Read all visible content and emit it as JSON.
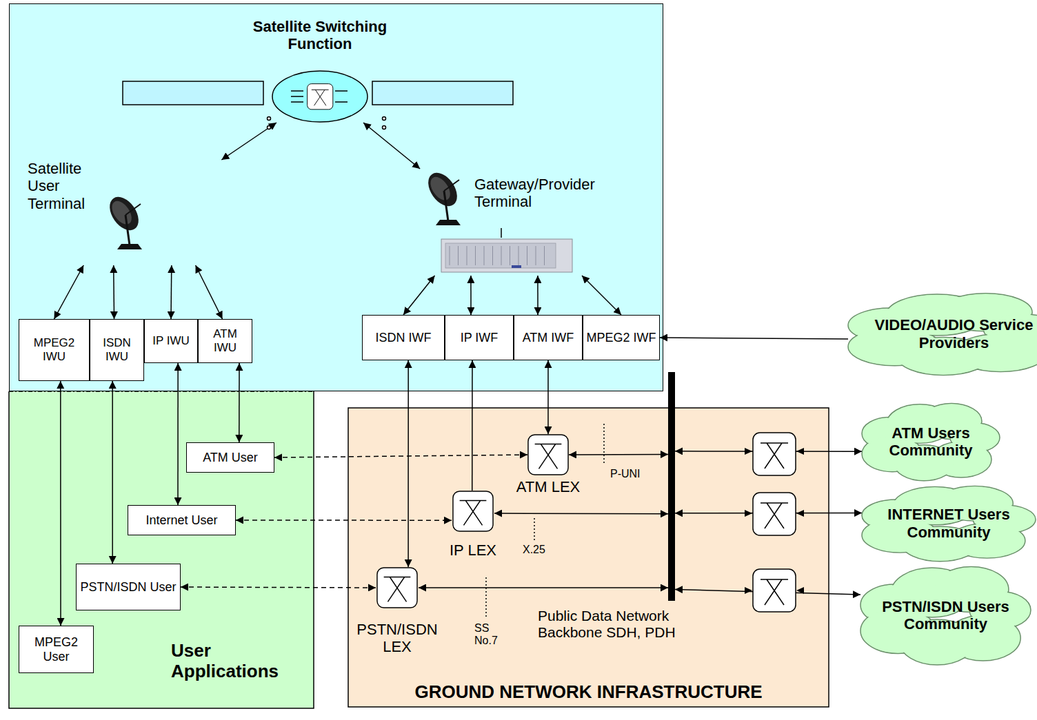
{
  "diagram": {
    "nodes": [
      {
        "text": [
          "User Applications"
        ]
      },
      {
        "text": [
          "GROUND NETWORK INFRASTRUCTURE"
        ]
      },
      {
        "text": [
          "Satellite Switching Function"
        ]
      },
      {
        "text": [
          "Satellite User Terminal"
        ]
      },
      {
        "text": [
          "Gateway/Provider Terminal"
        ]
      },
      {
        "text": [
          "MPEG2 IWU"
        ]
      },
      {
        "text": [
          "ISDN IWU"
        ]
      },
      {
        "text": [
          "IP IWU"
        ]
      },
      {
        "text": [
          "ATM IWU"
        ]
      },
      {
        "text": [
          "ISDN IWF"
        ]
      },
      {
        "text": [
          "IP IWF"
        ]
      },
      {
        "text": [
          "ATM IWF"
        ]
      },
      {
        "text": [
          "MPEG2 IWF"
        ]
      },
      {
        "text": [
          "VIDEO/AUDIO Service Providers"
        ]
      },
      {
        "text": [
          "ATM User"
        ],
        "in": 0
      },
      {
        "text": [
          "Internet User"
        ],
        "in": 0
      },
      {
        "text": [
          "PSTN/ISDN User"
        ],
        "in": 0
      },
      {
        "text": [
          "MPEG2 User"
        ],
        "in": 0
      },
      {
        "text": [
          "ATM LEX"
        ],
        "in": 1
      },
      {
        "text": [
          "IP LEX"
        ],
        "in": 1
      },
      {
        "text": [
          "PSTN/ISDN LEX"
        ],
        "in": 1
      },
      {
        "text": [
          "Public Data Network Backbone SDH, PDH"
        ]
      },
      {
        "text": [
          "ATM Users Community"
        ]
      },
      {
        "text": [
          "INTERNET Users Community"
        ]
      },
      {
        "text": [
          "PSTN/ISDN Users Community"
        ]
      }
    ],
    "edges": [
      {
        "from": 2,
        "to": 3,
        "arrow": "both"
      },
      {
        "from": 2,
        "to": 4,
        "arrow": "both"
      },
      {
        "from": 5,
        "to": 3,
        "arrow": "both"
      },
      {
        "from": 6,
        "to": 3,
        "arrow": "both"
      },
      {
        "from": 7,
        "to": 3,
        "arrow": "both"
      },
      {
        "from": 8,
        "to": 3,
        "arrow": "both"
      },
      {
        "from": 9,
        "to": 4,
        "arrow": "both"
      },
      {
        "from": 10,
        "to": 4,
        "arrow": "both"
      },
      {
        "from": 11,
        "to": 4,
        "arrow": "both"
      },
      {
        "from": 12,
        "to": 4,
        "arrow": "both"
      },
      {
        "from": 13,
        "to": 12,
        "arrow": "to"
      },
      {
        "from": 5,
        "to": 17,
        "arrow": "both"
      },
      {
        "from": 6,
        "to": 16,
        "arrow": "both"
      },
      {
        "from": 7,
        "to": 15,
        "arrow": "both"
      },
      {
        "from": 8,
        "to": 14,
        "arrow": "both"
      },
      {
        "from": 9,
        "to": 20,
        "arrow": "both"
      },
      {
        "from": 19,
        "to": 10,
        "arrow": "to"
      },
      {
        "from": 11,
        "to": 18,
        "arrow": "both"
      },
      {
        "from": 14,
        "to": 18,
        "arrow": "both"
      },
      {
        "from": 15,
        "to": 19,
        "arrow": "both"
      },
      {
        "from": 16,
        "to": 20,
        "arrow": "both"
      },
      {
        "from": 18,
        "to": 21,
        "arrow": "both"
      },
      {
        "from": 19,
        "to": 21,
        "arrow": "both"
      },
      {
        "from": 20,
        "to": 21,
        "arrow": "both"
      },
      {
        "from": 21,
        "to": 22,
        "arrow": "both"
      },
      {
        "from": 21,
        "to": 23,
        "arrow": "both"
      },
      {
        "from": 21,
        "to": 24,
        "arrow": "both"
      }
    ],
    "labels": [
      "P-UNI",
      "X.25",
      "SS No.7"
    ]
  }
}
